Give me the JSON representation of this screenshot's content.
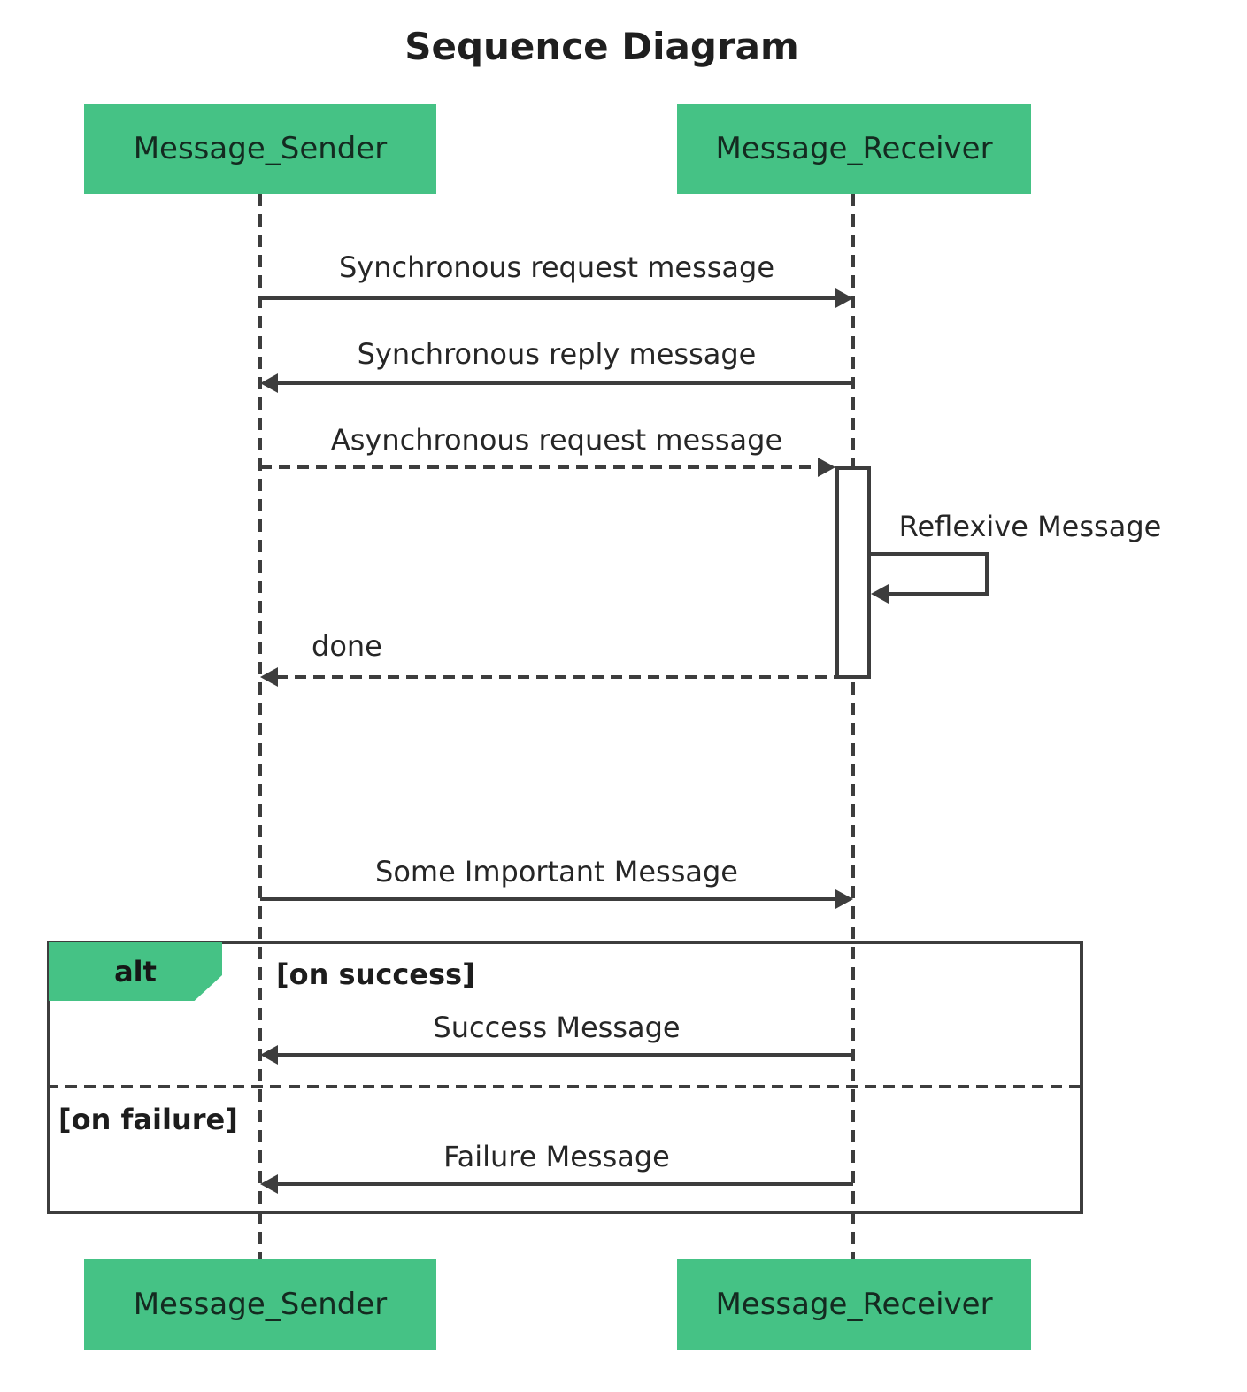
{
  "title": "Sequence Diagram",
  "actors": {
    "sender": "Message_Sender",
    "receiver": "Message_Receiver"
  },
  "messages": [
    {
      "label": "Synchronous request message",
      "from": "sender",
      "to": "receiver",
      "style": "solid"
    },
    {
      "label": "Synchronous reply message",
      "from": "receiver",
      "to": "sender",
      "style": "solid"
    },
    {
      "label": "Asynchronous request message",
      "from": "sender",
      "to": "receiver",
      "style": "dashed"
    },
    {
      "label": "Reflexive Message",
      "from": "receiver",
      "to": "receiver",
      "style": "self"
    },
    {
      "label": "done",
      "from": "receiver",
      "to": "sender",
      "style": "dashed"
    },
    {
      "label": "Some Important Message",
      "from": "sender",
      "to": "receiver",
      "style": "solid"
    },
    {
      "label": "Success Message",
      "from": "receiver",
      "to": "sender",
      "style": "solid",
      "branch": "[on success]"
    },
    {
      "label": "Failure Message",
      "from": "receiver",
      "to": "sender",
      "style": "solid",
      "branch": "[on failure]"
    }
  ],
  "alt_frame": {
    "label": "alt",
    "on_success": "[on success]",
    "on_failure": "[on failure]"
  },
  "colors": {
    "actor_fill": "#45C285",
    "line": "#3D3D3D",
    "text": "#212121"
  }
}
